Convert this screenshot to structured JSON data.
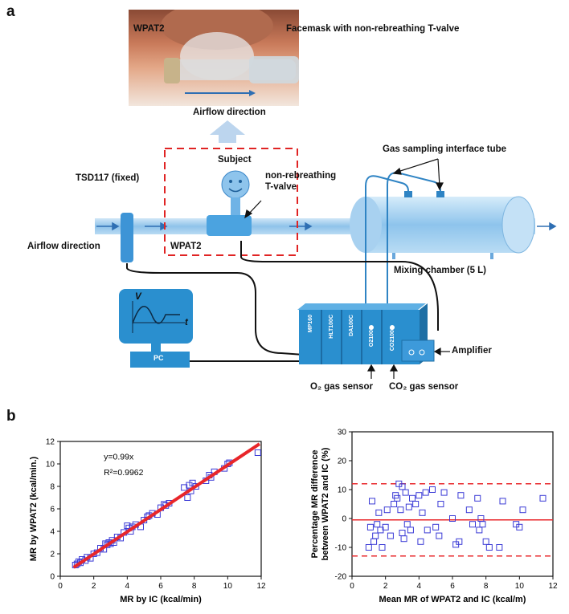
{
  "panel_a": {
    "letter": "a",
    "photo_label_left": "WPAT2",
    "photo_label_right": "Facemask with non-rebreathing T-valve",
    "photo_caption": "Airflow direction",
    "subject": "Subject",
    "tvalve_label": "non-rebreathing\nT-valve",
    "tsd_label": "TSD117 (fixed)",
    "airflow_label": "Airflow direction",
    "wpat_label": "WPAT2",
    "gas_tube_label": "Gas sampling interface tube",
    "mixing_label": "Mixing chamber (5 L)",
    "modules": [
      "MP160",
      "HLT100C",
      "DA100C",
      "O2100C",
      "CO2100C"
    ],
    "amplifier_label": "Amplifier",
    "pc_label": "PC",
    "monitor_v": "V",
    "monitor_t": "t",
    "o2_label": "O₂ gas sensor",
    "co2_label": "CO₂ gas sensor"
  },
  "panel_b": {
    "letter": "b"
  },
  "chart_data": [
    {
      "type": "scatter",
      "xlabel": "MR by IC (kcal/min)",
      "ylabel": "MR by WPAT2 (kcal/min.)",
      "xlim": [
        0,
        12
      ],
      "ylim": [
        0,
        12
      ],
      "xticks": [
        0,
        2,
        4,
        6,
        8,
        10,
        12
      ],
      "yticks": [
        0,
        2,
        4,
        6,
        8,
        10,
        12
      ],
      "annotation_eq": "y=0.99x",
      "annotation_r2": "R²=0.9962",
      "fit_slope": 0.99,
      "fit_range": [
        0.8,
        11.9
      ],
      "colors": {
        "points": "#3a3ad6",
        "fit": "#e8262a"
      },
      "x": [
        0.9,
        1.0,
        1.1,
        1.2,
        1.3,
        1.5,
        1.6,
        1.8,
        2.0,
        2.2,
        2.4,
        2.6,
        2.7,
        2.8,
        2.9,
        3.0,
        3.1,
        3.2,
        3.4,
        3.6,
        3.8,
        4.0,
        4.1,
        4.2,
        4.3,
        4.5,
        4.8,
        5.0,
        5.2,
        5.3,
        5.5,
        5.8,
        6.0,
        6.2,
        6.3,
        6.5,
        7.4,
        7.6,
        7.7,
        7.8,
        7.9,
        8.1,
        8.7,
        8.9,
        9.0,
        9.2,
        9.8,
        10.0,
        10.1,
        11.8
      ],
      "y": [
        1.0,
        1.1,
        1.3,
        1.2,
        1.5,
        1.4,
        1.7,
        1.6,
        2.0,
        2.1,
        2.5,
        2.4,
        2.9,
        2.8,
        3.0,
        2.9,
        3.2,
        3.0,
        3.5,
        3.4,
        3.9,
        4.5,
        4.3,
        4.0,
        4.4,
        4.6,
        4.4,
        5.0,
        5.3,
        5.4,
        5.6,
        5.5,
        6.1,
        6.4,
        6.3,
        6.5,
        7.9,
        7.0,
        8.1,
        7.6,
        8.3,
        8.0,
        8.5,
        9.0,
        8.8,
        9.3,
        9.6,
        10.0,
        10.1,
        11.0
      ]
    },
    {
      "type": "scatter",
      "xlabel": "Mean MR of WPAT2 and IC (kcal/m)",
      "ylabel": "Percentage MR difference\nbetween WPAT2 and IC (%)",
      "xlim": [
        0,
        12
      ],
      "ylim": [
        -20,
        30
      ],
      "xticks": [
        0,
        2,
        4,
        6,
        8,
        10,
        12
      ],
      "yticks": [
        -20,
        -10,
        0,
        10,
        20,
        30
      ],
      "mean_line": -0.5,
      "limit_lines": [
        12,
        -13
      ],
      "colors": {
        "points": "#3a3ad6",
        "lines": "#e8262a"
      },
      "x": [
        1.0,
        1.1,
        1.2,
        1.3,
        1.4,
        1.5,
        1.6,
        1.7,
        1.8,
        2.0,
        2.1,
        2.3,
        2.5,
        2.6,
        2.7,
        2.8,
        2.9,
        3.0,
        3.0,
        3.1,
        3.2,
        3.3,
        3.4,
        3.5,
        3.6,
        3.8,
        4.0,
        4.1,
        4.2,
        4.4,
        4.5,
        4.8,
        5.0,
        5.2,
        5.3,
        5.5,
        6.0,
        6.2,
        6.4,
        6.5,
        7.0,
        7.2,
        7.5,
        7.6,
        7.7,
        7.8,
        8.0,
        8.2,
        8.8,
        9.0,
        9.8,
        10.0,
        10.2,
        11.4
      ],
      "y": [
        -10,
        -3,
        6,
        -8,
        -6,
        -2,
        2,
        -4,
        -10,
        -3,
        3,
        -6,
        5,
        8,
        7,
        12,
        3,
        -5,
        11,
        -7,
        9,
        -2,
        4,
        -4,
        7,
        5,
        8,
        -8,
        2,
        9,
        -4,
        10,
        -3,
        -6,
        5,
        9,
        0,
        -9,
        -8,
        8,
        3,
        -2,
        7,
        -4,
        0,
        -2,
        -8,
        -10,
        -10,
        6,
        -2,
        -3,
        3,
        7
      ]
    }
  ]
}
